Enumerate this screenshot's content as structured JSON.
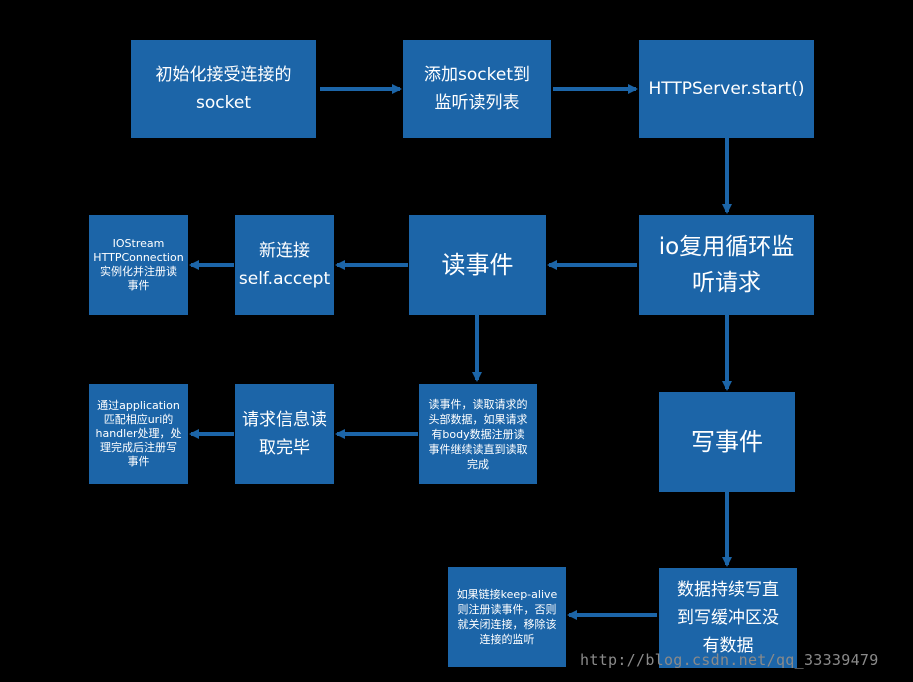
{
  "colors": {
    "background": "#000000",
    "box_fill": "#1c65a8",
    "arrow": "#1c65a8",
    "text": "#ffffff",
    "watermark": "#8a8a8a"
  },
  "nodes": {
    "init_socket": "初始化接受连接的\nsocket",
    "add_socket": "添加socket到\n监听读列表",
    "server_start": "HTTPServer.start()",
    "io_loop": "io复用循环监\n听请求",
    "read_event": "读事件",
    "new_conn": "新连接\nself.accept",
    "iostream": "IOStream\nHTTPConnection\n实例化并注册读\n事件",
    "read_detail": "读事件，读取请求的\n头部数据，如果请求\n有body数据注册读\n事件继续读直到读取\n完成",
    "request_done": "请求信息读\n取完毕",
    "dispatch": "通过application\n匹配相应uri的\nhandler处理，处\n理完成后注册写\n事件",
    "write_event": "写事件",
    "write_done": "数据持续写直\n到写缓冲区没\n有数据",
    "keepalive": "如果链接keep-alive\n则注册读事件，否则\n就关闭连接，移除该\n连接的监听"
  },
  "watermark": "http://blog.csdn.net/qq_33339479"
}
